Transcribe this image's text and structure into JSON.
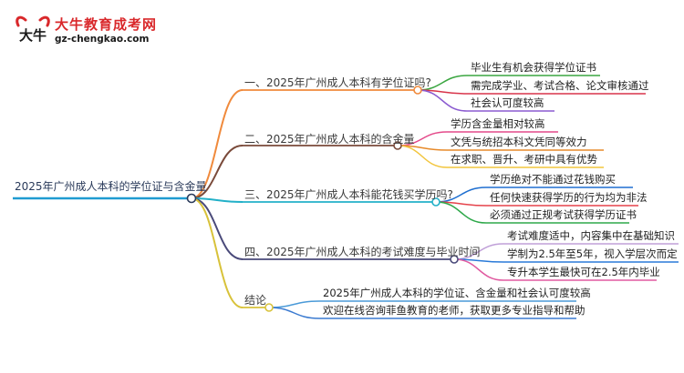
{
  "logo": {
    "name_cn": "大牛教育成考网",
    "url": "gz-chengkao.com",
    "mark_text": "大牛",
    "mark_icon": "ox-head-logo-icon"
  },
  "root": {
    "label": "2025年广州成人本科的学位证与含金量",
    "color": "#1f9bd1"
  },
  "branches": [
    {
      "label": "一、2025年广州成人本科有学位证吗?",
      "color": "#f08a3c",
      "leaves": [
        {
          "label": "毕业生有机会获得学位证书",
          "color": "#3aa640"
        },
        {
          "label": "需完成学业、考试合格、论文审核通过",
          "color": "#d8344a"
        },
        {
          "label": "社会认可度较高",
          "color": "#8b5bd0"
        }
      ]
    },
    {
      "label": "二、2025年广州成人本科的含金量",
      "color": "#7a4a3a",
      "leaves": [
        {
          "label": "学历含金量相对较高",
          "color": "#e44a8a"
        },
        {
          "label": "文凭与统招本科文凭同等效力",
          "color": "#e78a2a"
        },
        {
          "label": "在求职、晋升、考研中具有优势",
          "color": "#f2c53d"
        }
      ]
    },
    {
      "label": "三、2025年广州成人本科能花钱买学历吗?",
      "color": "#22b0c8",
      "leaves": [
        {
          "label": "学历绝对不能通过花钱购买",
          "color": "#1f6fd0"
        },
        {
          "label": "任何快速获得学历的行为均为非法",
          "color": "#e5424a"
        },
        {
          "label": "必须通过正规考试获得学历证书",
          "color": "#2ea84a"
        }
      ]
    },
    {
      "label": "四、2025年广州成人本科的考试难度与毕业时间",
      "color": "#4a4a7a",
      "leaves": [
        {
          "label": "考试难度适中，内容集中在基础知识",
          "color": "#c0a0d8"
        },
        {
          "label": "学制为2.5年至5年，视入学层次而定",
          "color": "#2a7ad8"
        },
        {
          "label": "专升本学生最快可在2.5年内毕业",
          "color": "#e05aa0"
        }
      ]
    },
    {
      "label": "结论",
      "color": "#d8c23a",
      "leaves": [
        {
          "label": "2025年广州成人本科的学位证、含金量和社会认可度较高",
          "color": "#4a9ad8"
        },
        {
          "label": "欢迎在线咨询菲鱼教育的老师，获取更多专业指导和帮助",
          "color": "#3a7ad0"
        }
      ]
    }
  ]
}
